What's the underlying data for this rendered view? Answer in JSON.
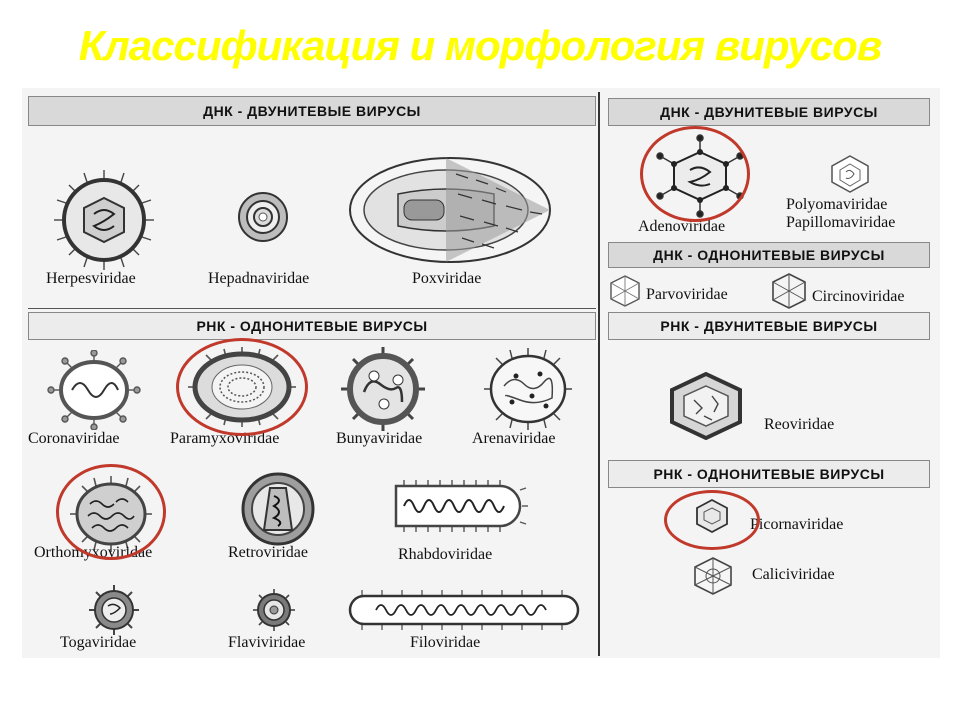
{
  "title": "Классификация  и морфология вирусов",
  "colors": {
    "title": "#ffff00",
    "highlight": "#c0392b",
    "banner": "#d9d9d9",
    "panel": "#f4f4f4",
    "ink": "#222222"
  },
  "left": {
    "dna_ds": {
      "heading": "ДНК - ДВУНИТЕВЫЕ  ВИРУСЫ",
      "viruses": [
        "Herpesviridae",
        "Hepadnaviridae",
        "Poxviridae"
      ]
    },
    "rna_ss": {
      "heading": "РНК - ОДНОНИТЕВЫЕ  ВИРУСЫ",
      "viruses": [
        "Coronaviridae",
        "Paramyxoviridae",
        "Bunyaviridae",
        "Arenaviridae",
        "Orthomyxoviridae",
        "Retroviridae",
        "Rhabdoviridae",
        "Togaviridae",
        "Flaviviridae",
        "Filoviridae"
      ]
    }
  },
  "right": {
    "dna_ds": {
      "heading": "ДНК - ДВУНИТЕВЫЕ ВИРУСЫ",
      "viruses": [
        "Adenoviridae",
        "Polyomaviridae",
        "Papillomaviridae"
      ]
    },
    "dna_ss": {
      "heading": "ДНК - ОДНОНИТЕВЫЕ ВИРУСЫ",
      "viruses": [
        "Parvoviridae",
        "Circinoviridae"
      ]
    },
    "rna_ds": {
      "heading": "РНК - ДВУНИТЕВЫЕ ВИРУСЫ",
      "viruses": [
        "Reoviridae"
      ]
    },
    "rna_ss": {
      "heading": "РНК - ОДНОНИТЕВЫЕ ВИРУСЫ",
      "viruses": [
        "Picornaviridae",
        "Caliciviridae"
      ]
    }
  }
}
